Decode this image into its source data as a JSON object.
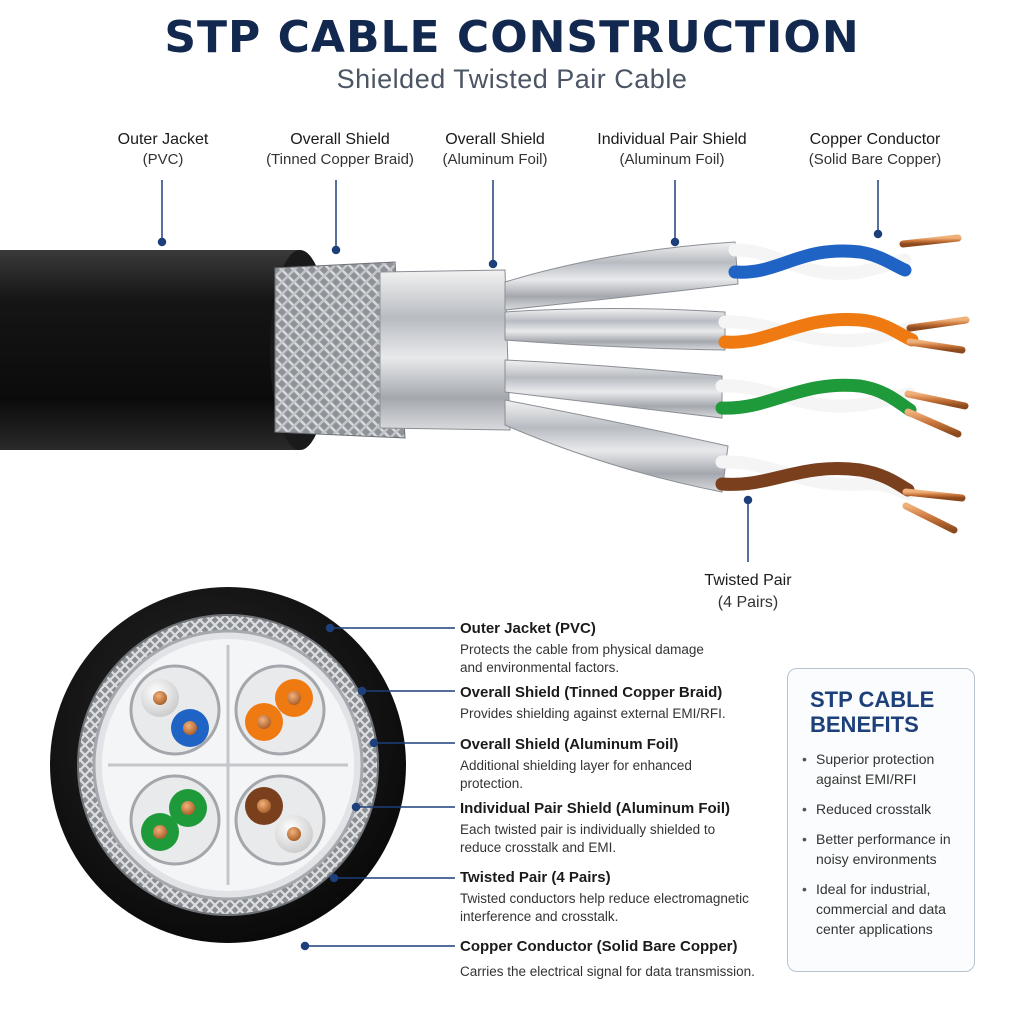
{
  "title": "STP CABLE CONSTRUCTION",
  "subtitle": "Shielded Twisted Pair Cable",
  "top_labels": [
    {
      "name": "Outer Jacket",
      "detail": "(PVC)"
    },
    {
      "name": "Overall Shield",
      "detail": "(Tinned Copper Braid)"
    },
    {
      "name": "Overall Shield",
      "detail": "(Aluminum Foil)"
    },
    {
      "name": "Individual Pair Shield",
      "detail": "(Aluminum Foil)"
    },
    {
      "name": "Copper Conductor",
      "detail": "(Solid Bare Copper)"
    }
  ],
  "twisted_pair_label": {
    "name": "Twisted Pair",
    "detail": "(4 Pairs)"
  },
  "legend": [
    {
      "heading": "Outer Jacket (PVC)",
      "text": "Protects the cable from physical damage and environmental factors."
    },
    {
      "heading": "Overall Shield (Tinned Copper Braid)",
      "text": "Provides shielding against external EMI/RFI."
    },
    {
      "heading": "Overall Shield (Aluminum Foil)",
      "text": "Additional shielding layer for enhanced protection."
    },
    {
      "heading": "Individual Pair Shield (Aluminum Foil)",
      "text": "Each twisted pair is individually shielded to reduce crosstalk and EMI."
    },
    {
      "heading": "Twisted Pair (4 Pairs)",
      "text": "Twisted conductors help reduce electromagnetic interference and crosstalk."
    },
    {
      "heading": "Copper Conductor (Solid Bare Copper)",
      "text": "Carries the electrical signal for data transmission."
    }
  ],
  "benefits": {
    "title": "STP CABLE BENEFITS",
    "items": [
      "Superior protection against EMI/RFI",
      "Reduced crosstalk",
      "Better performance in noisy environments",
      "Ideal for industrial, commercial and data center applications"
    ]
  },
  "colors": {
    "title": "#13284f",
    "accent": "#1d3f7a",
    "jacket": "#111111",
    "copper": "#c8743a",
    "pair_blue": "#1f63c4",
    "pair_orange": "#f07a12",
    "pair_green": "#1f9a3a",
    "pair_brown": "#7a3f1d"
  },
  "icons": [
    "leader-dot",
    "bullet"
  ]
}
